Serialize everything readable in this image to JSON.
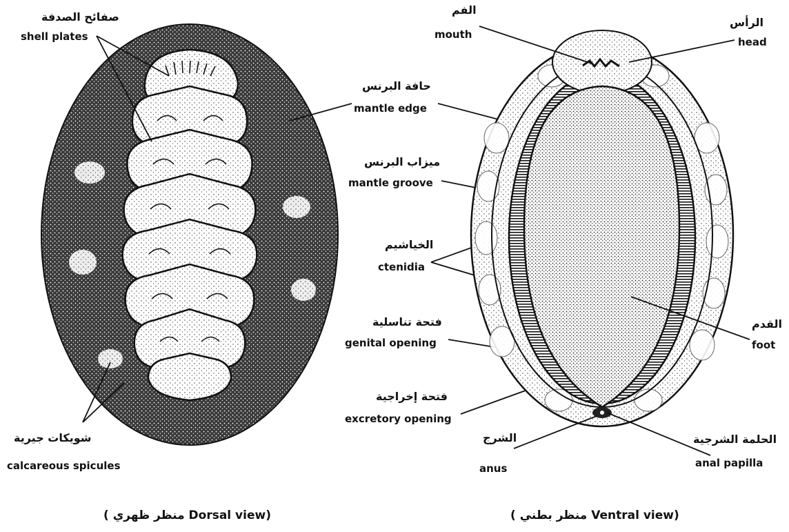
{
  "dorsal": {
    "caption": "( منظر ظهري Dorsal view)",
    "labels": {
      "shell_plates_ar": "صفائح الصدفة",
      "shell_plates_en": "shell plates",
      "spicules_ar": "شويكات جيرية",
      "spicules_en": "calcareous spicules"
    }
  },
  "center_labels": {
    "mantle_edge_ar": "حافة البرنس",
    "mantle_edge_en": "mantle edge",
    "mantle_groove_ar": "ميزاب البرنس",
    "mantle_groove_en": "mantle groove",
    "ctenidia_ar": "الخياشيم",
    "ctenidia_en": "ctenidia",
    "genital_ar": "فتحة تناسلية",
    "genital_en": "genital opening",
    "excretory_ar": "فتحة إخراجية",
    "excretory_en": "excretory opening"
  },
  "ventral": {
    "caption": "( منظر بطني Ventral view)",
    "labels": {
      "mouth_ar": "الفم",
      "mouth_en": "mouth",
      "head_ar": "الرأس",
      "head_en": "head",
      "foot_ar": "القدم",
      "foot_en": "foot",
      "anus_ar": "الشرج",
      "anus_en": "anus",
      "anal_papilla_ar": "الحلمة الشرجية",
      "anal_papilla_en": "anal papilla"
    }
  },
  "colors": {
    "ink": "#111111",
    "paper": "#ffffff",
    "stipple": "#2a2a2a"
  }
}
